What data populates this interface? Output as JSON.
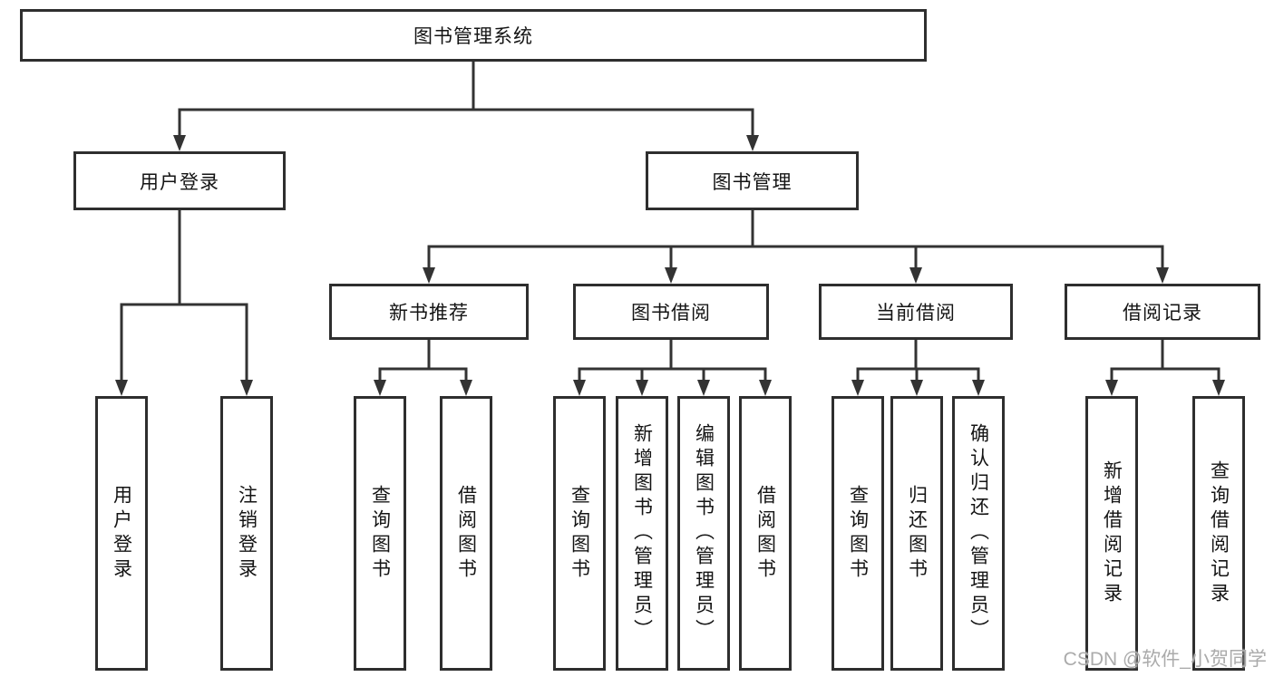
{
  "diagram": {
    "root": {
      "label": "图书管理系统"
    },
    "branches": [
      {
        "label": "用户登录",
        "children": [
          {
            "label": "用户登录"
          },
          {
            "label": "注销登录"
          }
        ]
      },
      {
        "label": "图书管理",
        "children": [
          {
            "label": "新书推荐",
            "children": [
              {
                "label": "查询图书"
              },
              {
                "label": "借阅图书"
              }
            ]
          },
          {
            "label": "图书借阅",
            "children": [
              {
                "label": "查询图书"
              },
              {
                "label": "新增图书（管理员）"
              },
              {
                "label": "编辑图书（管理员）"
              },
              {
                "label": "借阅图书"
              }
            ]
          },
          {
            "label": "当前借阅",
            "children": [
              {
                "label": "查询图书"
              },
              {
                "label": "归还图书"
              },
              {
                "label": "确认归还（管理员）"
              }
            ]
          },
          {
            "label": "借阅记录",
            "children": [
              {
                "label": "新增借阅记录"
              },
              {
                "label": "查询借阅记录"
              }
            ]
          }
        ]
      }
    ]
  },
  "watermark": {
    "text": "CSDN @软件_小贺同学"
  },
  "colors": {
    "line": "#333333",
    "box_border": "#2e2e2e",
    "text": "#141414",
    "watermark": "#ababab",
    "background": "#ffffff"
  }
}
